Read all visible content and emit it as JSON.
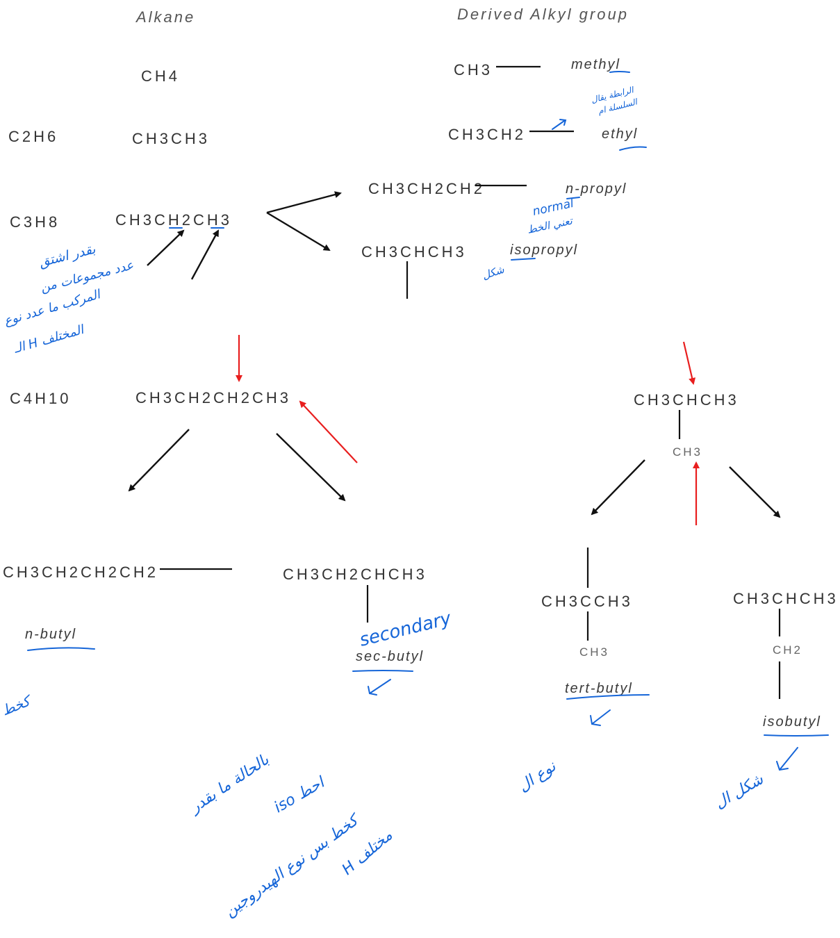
{
  "headers": {
    "alkane": "Alkane",
    "derived": "Derived Alkyl group"
  },
  "alkanes": {
    "ch4": "CH4",
    "c2h6": "C2H6",
    "ch3ch3": "CH3CH3",
    "c3h8": "C3H8",
    "propane": "CH3CH2CH3",
    "c4h10": "C4H10",
    "butane": "CH3CH2CH2CH3",
    "isobutane": "CH3CHCH3",
    "isobutane_branch": "CH3"
  },
  "alkyl_formulas": {
    "methyl": "CH3",
    "ethyl": "CH3CH2",
    "n_propyl": "CH3CH2CH2",
    "isopropyl": "CH3CHCH3",
    "n_butyl": "CH3CH2CH2CH2",
    "sec_butyl": "CH3CH2CHCH3",
    "tert_butyl": "CH3CCH3",
    "tert_butyl_branch": "CH3",
    "isobutyl": "CH3CHCH3",
    "isobutyl_branch": "CH2"
  },
  "alkyl_names": {
    "methyl": "methyl",
    "ethyl": "ethyl",
    "n_propyl": "n-propyl",
    "isopropyl": "isopropyl",
    "n_butyl": "n-butyl",
    "sec_butyl": "sec-butyl",
    "tert_butyl": "tert-butyl",
    "isobutyl": "isobutyl"
  },
  "handwritten_notes": {
    "methyl_note_1": "الرابطة يقال",
    "methyl_note_2": "السلسلة ام",
    "normal": "normal",
    "normal_note": "تعني الخط",
    "isopropyl_note": "شكل",
    "propane_note_1": "بقدر اشتق",
    "propane_note_2": "عدد مجموعات من",
    "propane_note_3": "المركب ما عدد نوع",
    "propane_note_4": "الـ H المختلف",
    "n_butyl_note": "كخط",
    "secondary": "secondary",
    "sec_note_1": "بالحالة ما بقدر",
    "sec_note_2": "iso احط",
    "sec_note_3": "كخط بس نوع الهيدروجين",
    "sec_note_4": "H مختلف",
    "tert_note": "نوع ال",
    "isobutyl_note": "شكل ال"
  },
  "colors": {
    "ink": "#333333",
    "annotation": "#1565d8",
    "red_arrow": "#e81e1e",
    "black_arrow": "#111111"
  }
}
